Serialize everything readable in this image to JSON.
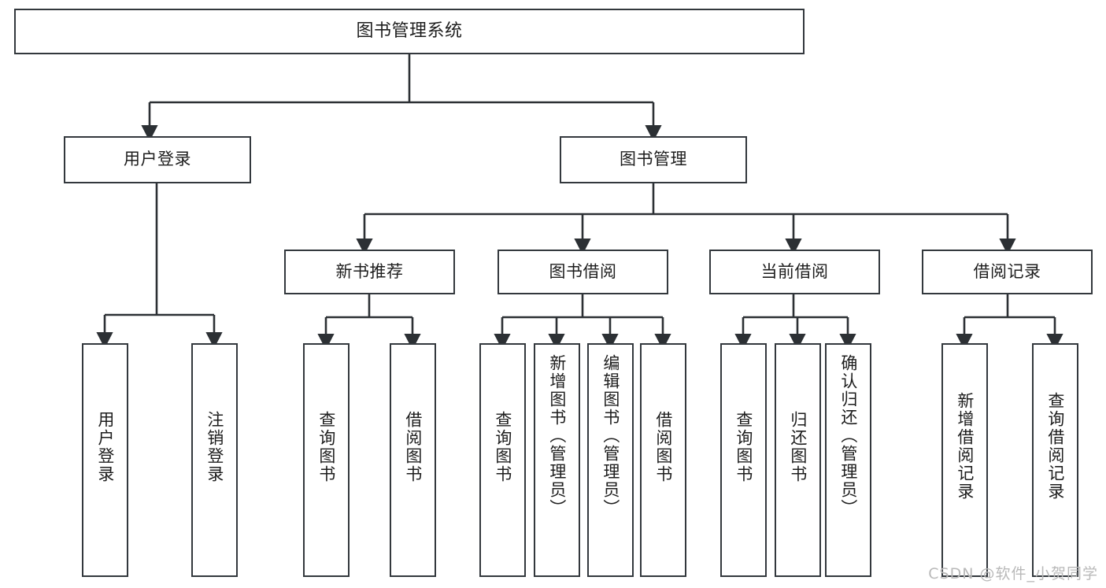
{
  "diagram": {
    "title": "图书管理系统",
    "type": "tree",
    "background_color": "#ffffff",
    "line_color": "#33383d",
    "text_color": "#1d1d1d",
    "root": {
      "id": "root",
      "label": "图书管理系统"
    },
    "level2": [
      {
        "id": "user-login",
        "label": "用户登录"
      },
      {
        "id": "book-manage",
        "label": "图书管理"
      }
    ],
    "level3": [
      {
        "id": "new-book-rec",
        "label": "新书推荐",
        "parent": "book-manage"
      },
      {
        "id": "book-borrow",
        "label": "图书借阅",
        "parent": "book-manage"
      },
      {
        "id": "current-borrow",
        "label": "当前借阅",
        "parent": "book-manage"
      },
      {
        "id": "borrow-record",
        "label": "借阅记录",
        "parent": "book-manage"
      }
    ],
    "leaves": [
      {
        "id": "leaf-user-login",
        "label": "用户登录",
        "parent": "user-login"
      },
      {
        "id": "leaf-logout",
        "label": "注销登录",
        "parent": "user-login"
      },
      {
        "id": "leaf-query-book-1",
        "label": "查询图书",
        "parent": "new-book-rec"
      },
      {
        "id": "leaf-borrow-book-1",
        "label": "借阅图书",
        "parent": "new-book-rec"
      },
      {
        "id": "leaf-query-book-2",
        "label": "查询图书",
        "parent": "book-borrow"
      },
      {
        "id": "leaf-add-book",
        "label": "新增图书（管理员）",
        "parent": "book-borrow"
      },
      {
        "id": "leaf-edit-book",
        "label": "编辑图书（管理员）",
        "parent": "book-borrow"
      },
      {
        "id": "leaf-borrow-book-2",
        "label": "借阅图书",
        "parent": "book-borrow"
      },
      {
        "id": "leaf-query-book-3",
        "label": "查询图书",
        "parent": "current-borrow"
      },
      {
        "id": "leaf-return-book",
        "label": "归还图书",
        "parent": "current-borrow"
      },
      {
        "id": "leaf-confirm-return",
        "label": "确认归还（管理员）",
        "parent": "current-borrow"
      },
      {
        "id": "leaf-add-record",
        "label": "新增借阅记录",
        "parent": "borrow-record"
      },
      {
        "id": "leaf-query-record",
        "label": "查询借阅记录",
        "parent": "borrow-record"
      }
    ]
  },
  "watermark": {
    "text": "CSDN @软件_小贺同学"
  }
}
